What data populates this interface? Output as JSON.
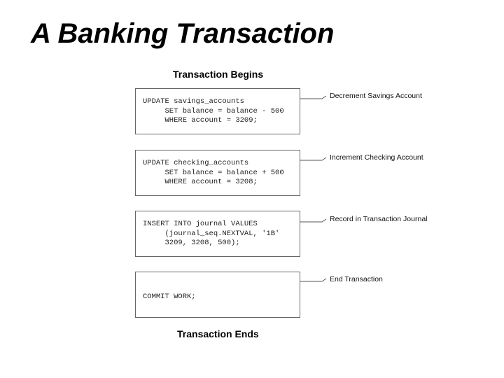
{
  "slide": {
    "title": "A Banking Transaction"
  },
  "diagram": {
    "begin_label": "Transaction Begins",
    "end_label": "Transaction Ends",
    "steps": [
      {
        "code": "UPDATE savings_accounts\n     SET balance = balance - 500\n     WHERE account = 3209;",
        "note": "Decrement Savings Account"
      },
      {
        "code": "UPDATE checking_accounts\n     SET balance = balance + 500\n     WHERE account = 3208;",
        "note": "Increment Checking Account"
      },
      {
        "code": "INSERT INTO journal VALUES\n     (journal_seq.NEXTVAL, '1B'\n     3209, 3208, 500);",
        "note": "Record in Transaction Journal"
      },
      {
        "code": "COMMIT WORK;",
        "note": "End Transaction"
      }
    ]
  }
}
